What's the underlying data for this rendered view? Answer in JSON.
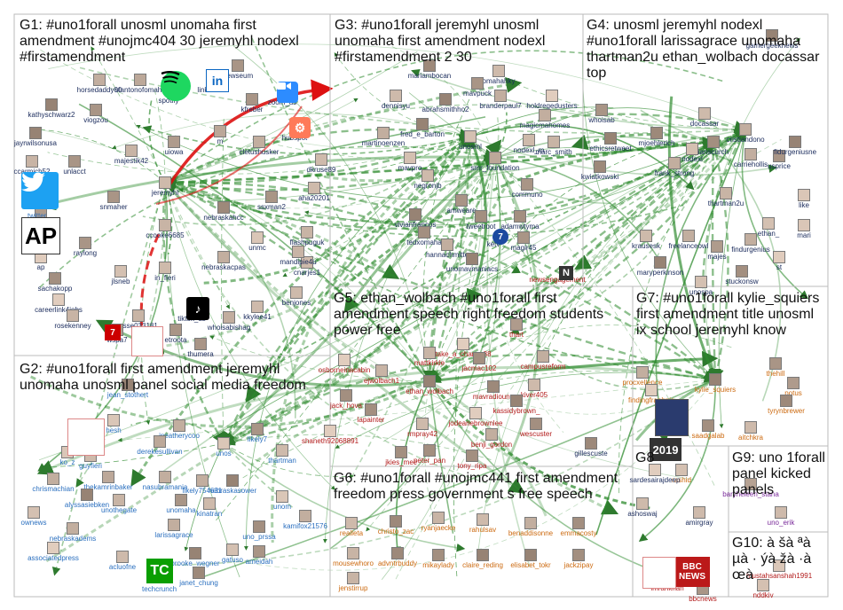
{
  "colors": {
    "edge_green": "#2e8b2e",
    "edge_red": "#dd1111",
    "label_text": "#1a2b5c",
    "label_red": "#b21a1a",
    "label_blue": "#2a6fbf",
    "label_orange": "#cc6a10",
    "label_purple": "#7a2a9a"
  },
  "groups": [
    {
      "id": "G1",
      "title": "G1: #uno1forall unosml unomaha first amendment #unojmc404 30 jeremyhl nodexl #firstamendment"
    },
    {
      "id": "G2",
      "title": "G2: #uno1forall first amendment jeremyhl unomaha unosml panel social media freedom"
    },
    {
      "id": "G3",
      "title": "G3: #uno1forall jeremyhl unosml unomaha first amendment nodexl #firstamendment 2 30"
    },
    {
      "id": "G4",
      "title": "G4: unosml jeremyhl nodexl #uno1forall larissagrace unomaha thartman2u ethan_wolbach docassar top"
    },
    {
      "id": "G5",
      "title": "G5: ethan_wolbach #uno1forall first amendment speech right freedom students power free"
    },
    {
      "id": "G6",
      "title": "G6: #uno1forall #unojmc441 first amendment freedom press government s free speech"
    },
    {
      "id": "G7",
      "title": "G7: #uno1forall kylie_squiers first amendment title unosml ix school jeremyhl know"
    },
    {
      "id": "G8",
      "title": "G8"
    },
    {
      "id": "G9",
      "title": "G9: uno 1forall panel kicked panels"
    },
    {
      "id": "G10",
      "title": "G10: à šà ªà µà · ýà žà ·à œà"
    }
  ],
  "logos": {
    "twitter": "twitter",
    "ap": "AP",
    "techcrunch": "techcrunch",
    "bbc_line1": "BBC",
    "bbc_line2": "NEWS",
    "cbc": "2019"
  },
  "nodes": {
    "g1": [
      "horsedaddy00",
      "stantonofomaha",
      "spotify",
      "linkedin",
      "newseum",
      "kathyschwarz2",
      "viogzou",
      "kfreber",
      "zoom_us",
      "jayrwilsonusa",
      "majestik42",
      "uiowa",
      "hubspot",
      "ccarmich52",
      "unlacct",
      "cletushusker",
      "dkruse89",
      "m",
      "jeremyhl",
      "nebraskahcc",
      "ssxman2",
      "aha20201",
      "snmaher",
      "ccooke6685",
      "flashpuguk",
      "ap",
      "raylong",
      "unmc",
      "sachakopp",
      "jlsneb",
      "in_fieri",
      "nebraskacpas",
      "cnarjes1",
      "careerlink4jobs",
      "benjones",
      "rosekenney",
      "usse033181",
      "tiktok_us",
      "kkylee41",
      "wspa7",
      "whoisabishag",
      "etroota",
      "thumera",
      "twitter",
      "omaha"
    ],
    "g2": [
      "jean_stothert",
      "hesh",
      "jneatherycoo",
      "likely7",
      "ko_z",
      "guyfieri",
      "derekesullivan",
      "unos",
      "thartman",
      "chrismachian",
      "thekamrinbaker",
      "nasubramania",
      "likely754631",
      "alyssasiebken",
      "unothegate",
      "unomaha",
      "kinatran",
      "nebraskasower",
      "unom",
      "ownews",
      "nebraskadems",
      "larissagrace",
      "kamifox21576",
      "uno_prssa",
      "associatedpress",
      "acluofne",
      "brooke_wegner",
      "gatuso",
      "ameidah",
      "techcrunch",
      "janet_chung"
    ],
    "g3": [
      "mariambocan",
      "omahahky",
      "dennisyu",
      "abrahsmithho2",
      "branderpaul7",
      "holdregedusters",
      "mavpuck",
      "magicmahomes",
      "martinoenzen",
      "fred_e_barton",
      "unosml",
      "nodexl_m",
      "marc_smith",
      "mavpro",
      "smr_foundation",
      "negronjb",
      "communo",
      "amweare",
      "vivianfrancos",
      "tweetroot",
      "tedxomaha",
      "adamwtyma",
      "hannachmitte",
      "magir45",
      "ketv",
      "mandipie4u",
      "unomavmaniacs"
    ],
    "g4": [
      "whoisab",
      "docassar",
      "ethicsretweet",
      "mjoehlerich",
      "cristiandono",
      "tlnaunch",
      "ianscurch",
      "nodexl",
      "carriehollis",
      "usprice",
      "frank_strong",
      "kwiatkowski",
      "thartman2u",
      "like",
      "ethan_",
      "mari",
      "krausesk",
      "freelanceowl",
      "majes",
      "findurgenius",
      "maryperkinson",
      "st",
      "stuckonsw",
      "unospa",
      "gamergeeknews",
      "fidurgeniusne"
    ],
    "g5": [
      "newsengagement",
      "thart",
      "mattkirkle",
      "take_a_chance88",
      "osborneinacabin",
      "jacmac102",
      "campusreform",
      "ejwolbach1",
      "ethan_wolbach",
      "mavradiouno",
      "kiver405",
      "jack_hova",
      "kassidybrown_",
      "lapainter",
      "jodeanebrownlee",
      "rmpray42",
      "wescuster",
      "shaneth92068891",
      "benji_gordon",
      "jkies_mec",
      "peter_pan",
      "tony_ripa"
    ],
    "g6": [
      "realleta",
      "christo_zac",
      "ryanjaecke",
      "rahulsav",
      "benaddisonne",
      "emmacosty",
      "mousewhoro",
      "advntrbuddy",
      "mikaylady",
      "claire_reding",
      "elisabet_tokr",
      "jackzipay",
      "jenstirrup"
    ],
    "g7": [
      "procxellence",
      "thehill",
      "findingfranbnic",
      "kylie_squiers",
      "potus",
      "tyrynbrewer",
      "aitchkra",
      "saadgalab",
      "rashid"
    ],
    "g8": [
      "sardesairajdeep",
      "ashoswaj",
      "amirgray",
      "gillescuste"
    ],
    "g9": [
      "baryheleen_stana",
      "uno_erik"
    ],
    "g10": [
      "imrankhan",
      "bbcnews",
      "mustahsanshah1991",
      "nddkiv"
    ]
  }
}
